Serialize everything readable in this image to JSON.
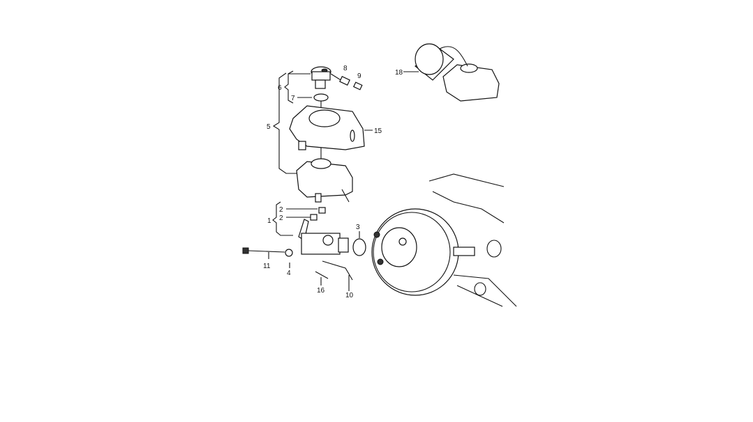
{
  "diagram": {
    "labels": [
      "8",
      "9",
      "6",
      "7",
      "5",
      "15",
      "18",
      "2",
      "2",
      "1",
      "3",
      "11",
      "4",
      "16",
      "10"
    ]
  }
}
